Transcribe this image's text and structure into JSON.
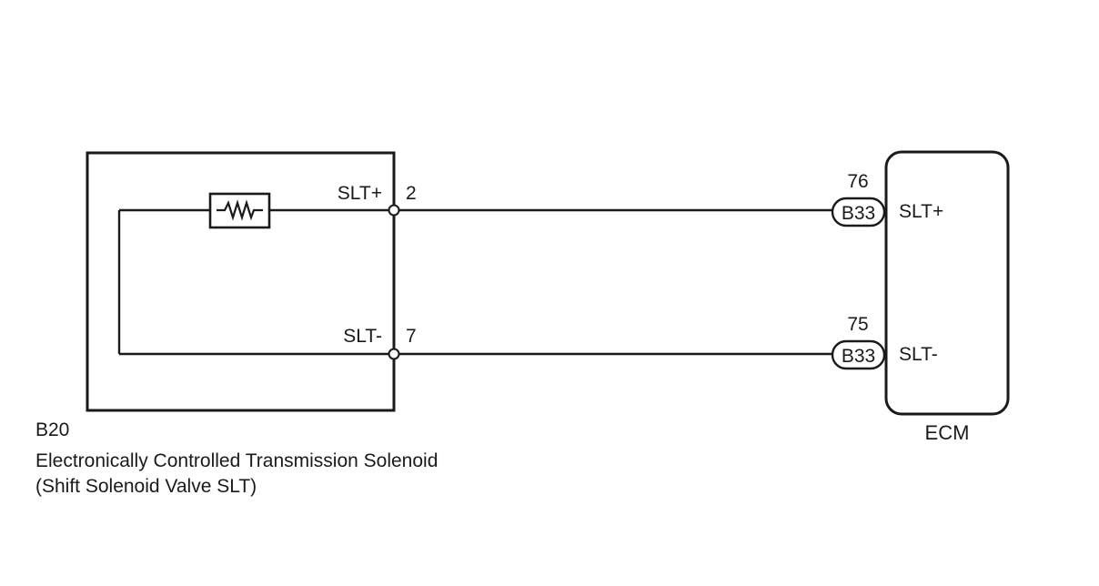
{
  "component": {
    "code": "B20",
    "name": "Electronically Controlled Transmission Solenoid",
    "subname": "(Shift Solenoid Valve SLT)",
    "terminals": [
      {
        "signal": "SLT+",
        "pin": "2"
      },
      {
        "signal": "SLT-",
        "pin": "7"
      }
    ]
  },
  "ecm": {
    "label": "ECM",
    "terminals": [
      {
        "signal": "SLT+",
        "pin": "76",
        "connector": "B33"
      },
      {
        "signal": "SLT-",
        "pin": "75",
        "connector": "B33"
      }
    ]
  },
  "icons": {
    "solenoid": "resistor-symbol",
    "junction": "terminal-circle"
  }
}
